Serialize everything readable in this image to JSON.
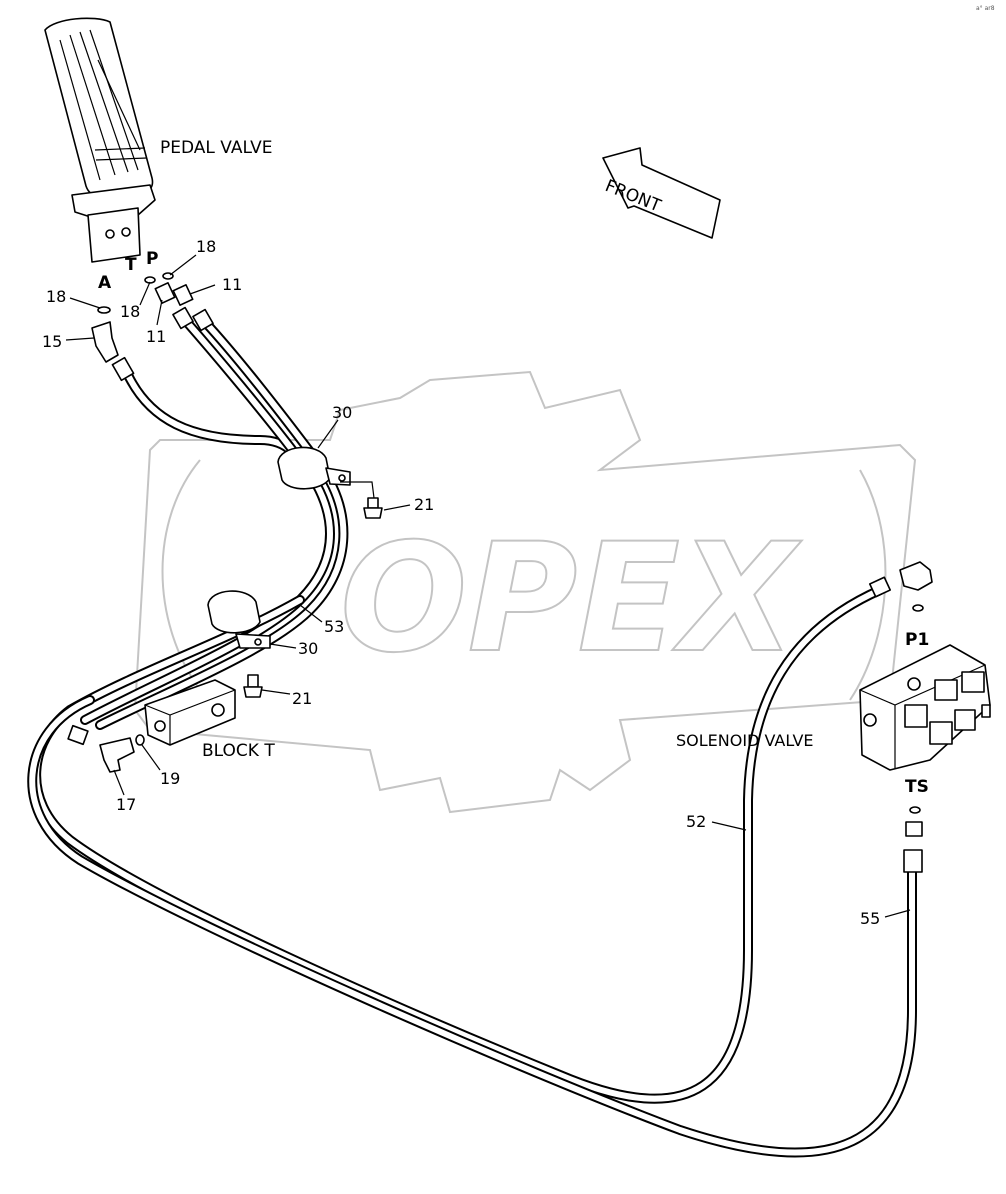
{
  "title_labels": {
    "pedal_valve": "PEDAL VALVE",
    "front": "FRONT",
    "block_t": "BLOCK  T",
    "solenoid_valve": "SOLENOID VALVE"
  },
  "port_labels": {
    "t": "T",
    "p": "P",
    "a": "A",
    "p1": "P1",
    "ts": "TS"
  },
  "part_numbers": {
    "p18_top": "18",
    "p18_left": "18",
    "p18_mid": "18",
    "p11_right": "11",
    "p11_left": "11",
    "p15": "15",
    "p30_top": "30",
    "p21_top": "21",
    "p53": "53",
    "p30_bottom": "30",
    "p21_bottom": "21",
    "p19": "19",
    "p17": "17",
    "p52": "52",
    "p55": "55"
  },
  "watermark": "OPEX",
  "corner_mark": "a° ar8"
}
